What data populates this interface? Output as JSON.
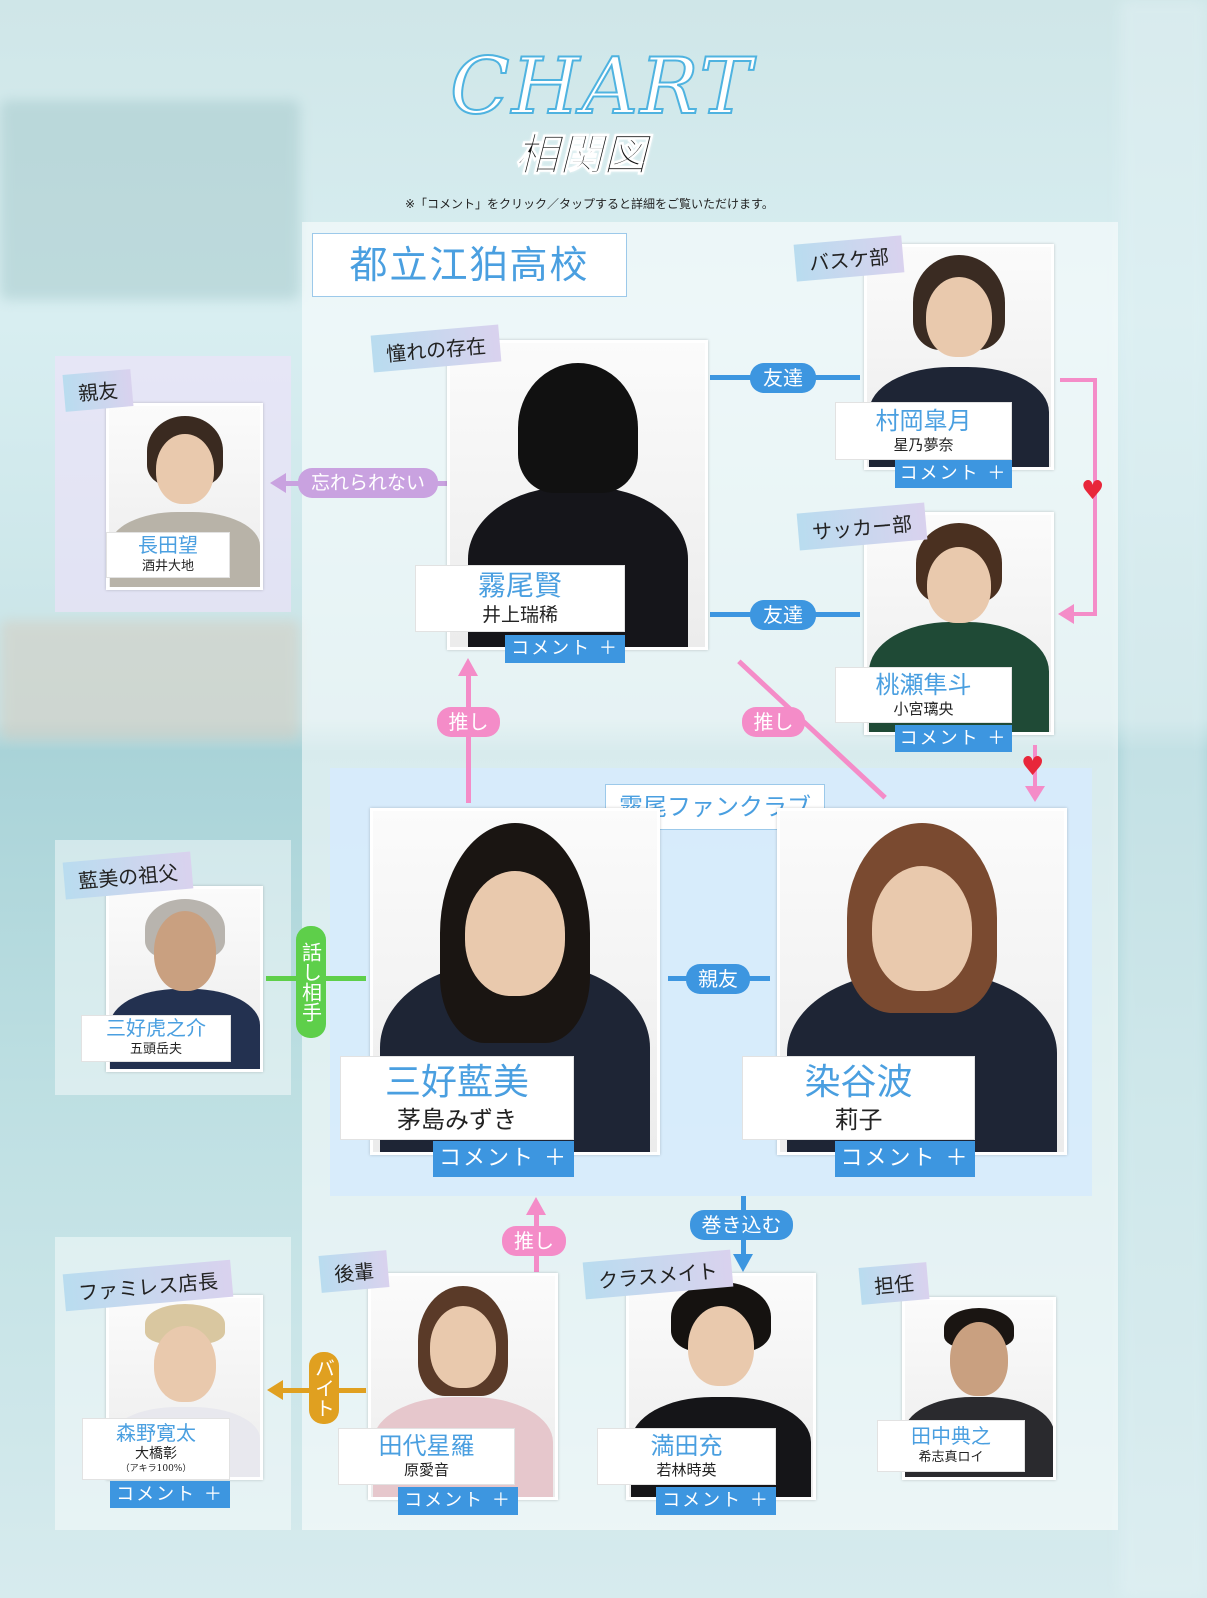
{
  "header": {
    "title_en": "CHART",
    "title_jp": "相関図",
    "note": "※「コメント」をクリック／タップすると詳細をご覧いただけます。"
  },
  "school": "都立江狛高校",
  "club": "霧尾ファンクラブ",
  "comment_label": "コメント ＋",
  "characters": [
    {
      "tag": "憧れの存在",
      "name": "霧尾賢",
      "actor": "井上瑞稀"
    },
    {
      "tag": "バスケ部",
      "name": "村岡皐月",
      "actor": "星乃夢奈"
    },
    {
      "tag": "サッカー部",
      "name": "桃瀬隼斗",
      "actor": "小宮璃央"
    },
    {
      "tag": "親友",
      "name": "長田望",
      "actor": "酒井大地"
    },
    {
      "tag": "藍美の祖父",
      "name": "三好虎之介",
      "actor": "五頭岳夫"
    },
    {
      "name": "三好藍美",
      "actor": "茅島みずき"
    },
    {
      "name": "染谷波",
      "actor": "莉子"
    },
    {
      "tag": "ファミレス店長",
      "name": "森野寛太",
      "actor": "大橋彰",
      "actor_note": "（アキラ100%）"
    },
    {
      "tag": "後輩",
      "name": "田代星羅",
      "actor": "原愛音"
    },
    {
      "tag": "クラスメイト",
      "name": "満田充",
      "actor": "若林時英"
    },
    {
      "tag": "担任",
      "name": "田中典之",
      "actor": "希志真ロイ"
    }
  ],
  "relations": {
    "friend1": "友達",
    "friend2": "友達",
    "unforgettable": "忘れられない",
    "oshi1": "推し",
    "oshi2": "推し",
    "oshi3": "推し",
    "talk": "話し相手",
    "best_friend": "親友",
    "involve": "巻き込む",
    "part_time": "バイト"
  },
  "colors": {
    "blue": "#3d96e0",
    "pink": "#f48cc8",
    "green": "#5ecf4a",
    "orange": "#e0a020",
    "purple": "#c9a2e0",
    "heart": "#e8263a"
  }
}
